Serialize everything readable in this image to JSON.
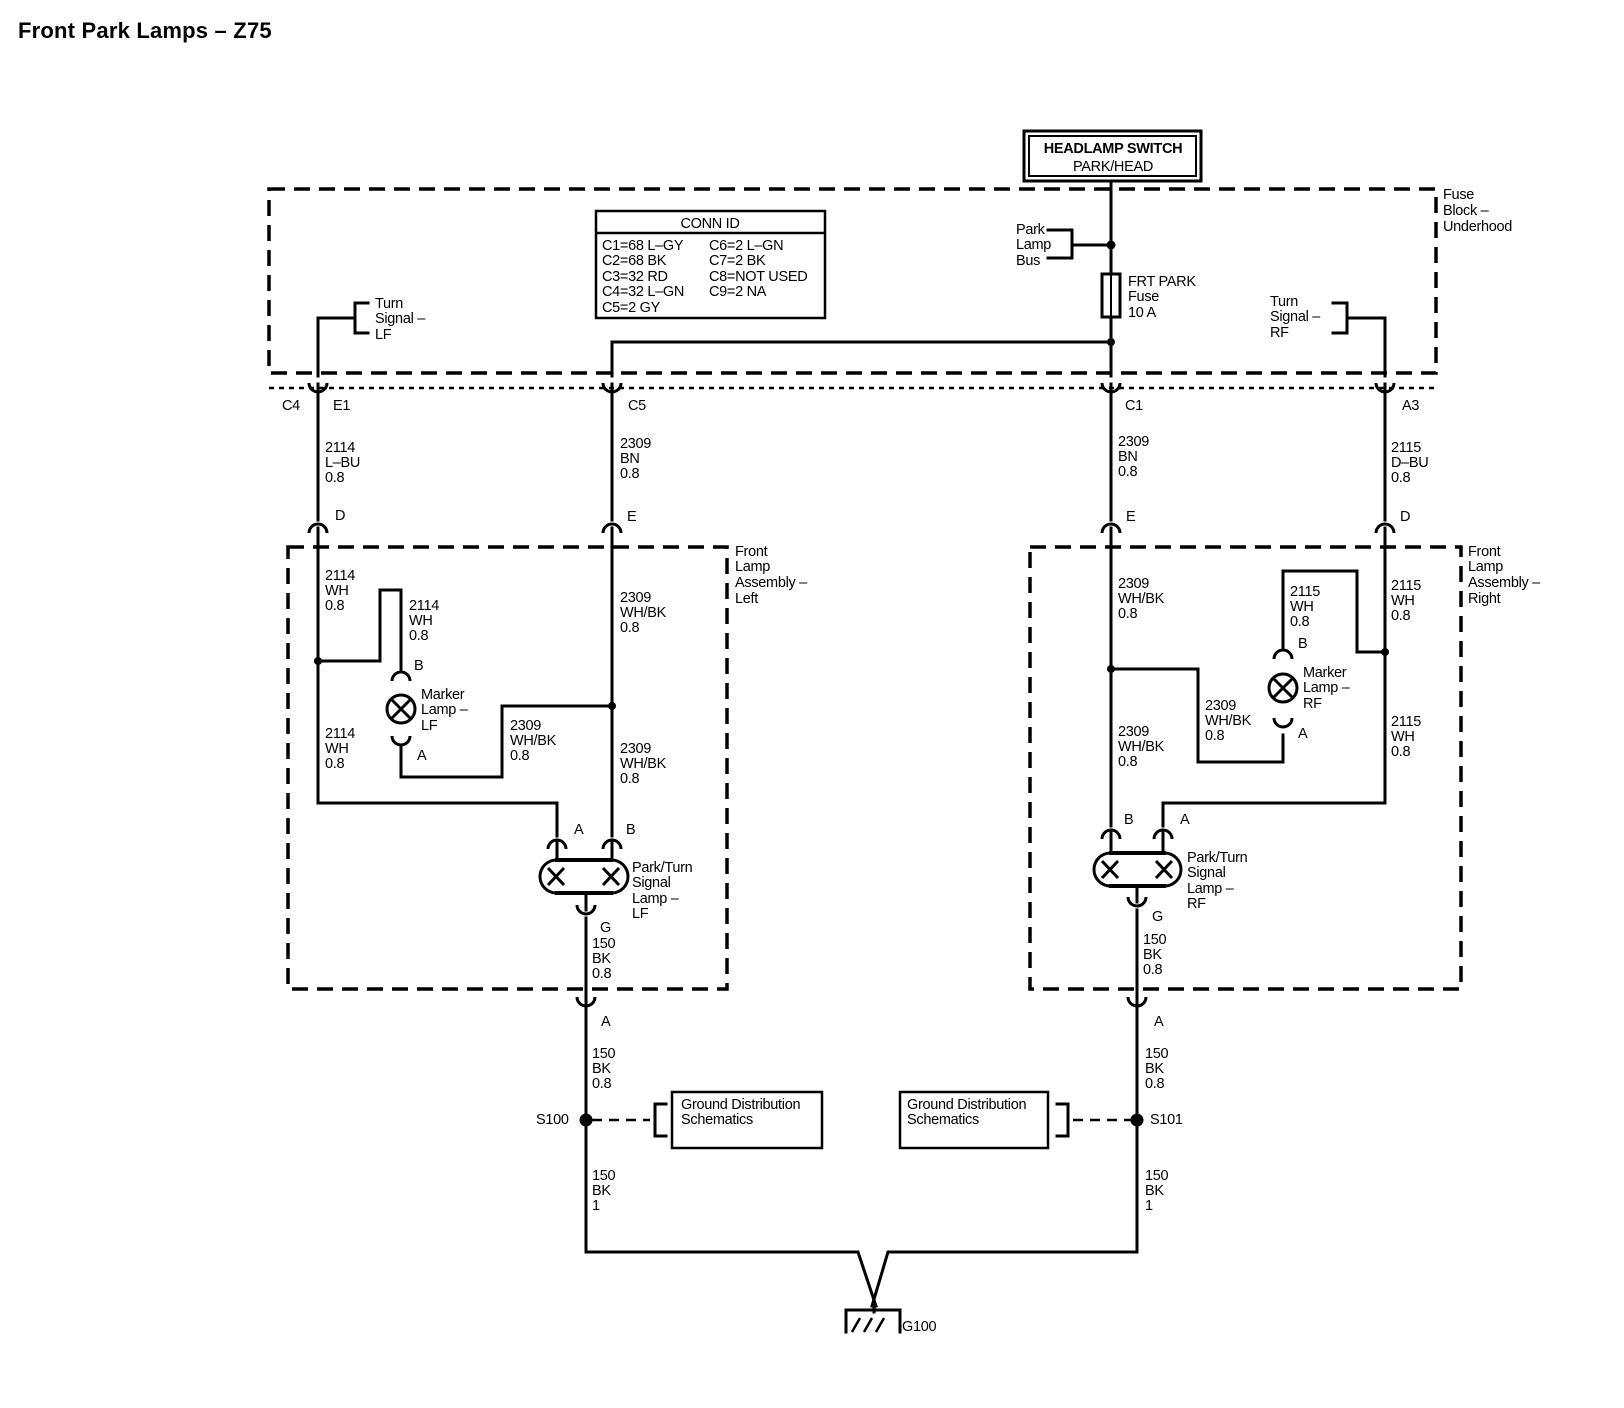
{
  "title": "Front Park Lamps – Z75",
  "headlamp_switch": {
    "line1": "HEADLAMP SWITCH",
    "line2": "PARK/HEAD"
  },
  "fuse_block": {
    "lines": [
      "Fuse",
      "Block –",
      "Underhood"
    ]
  },
  "park_lamp_bus": {
    "lines": [
      "Park",
      "Lamp",
      "Bus"
    ]
  },
  "fuse": {
    "lines": [
      "FRT PARK",
      "Fuse",
      "10 A"
    ]
  },
  "conn_id": {
    "header": "CONN ID",
    "left": [
      "C1=68 L–GY",
      "C2=68 BK",
      "C3=32 RD",
      "C4=32 L–GN",
      "C5=2 GY"
    ],
    "right": [
      "C6=2 L–GN",
      "C7=2 BK",
      "C8=NOT USED",
      "C9=2 NA"
    ]
  },
  "turn_signal_lf": {
    "lines": [
      "Turn",
      "Signal –",
      "LF"
    ]
  },
  "turn_signal_rf": {
    "lines": [
      "Turn",
      "Signal –",
      "RF"
    ]
  },
  "connectors": {
    "c4": "C4",
    "e1": "E1",
    "c5": "C5",
    "c1": "C1",
    "a3": "A3"
  },
  "wires_top": {
    "lf_turn": [
      "2114",
      "L–BU",
      "0.8"
    ],
    "lf_park": [
      "2309",
      "BN",
      "0.8"
    ],
    "rf_park": [
      "2309",
      "BN",
      "0.8"
    ],
    "rf_turn": [
      "2115",
      "D–BU",
      "0.8"
    ]
  },
  "front_lamp_left": {
    "label": [
      "Front",
      "Lamp",
      "Assembly –",
      "Left"
    ],
    "pins": {
      "d": "D",
      "e": "E"
    },
    "wires": {
      "turn_upper": [
        "2114",
        "WH",
        "0.8"
      ],
      "marker_b": [
        "2114",
        "WH",
        "0.8"
      ],
      "turn_lower": [
        "2114",
        "WH",
        "0.8"
      ],
      "park_upper": [
        "2309",
        "WH/BK",
        "0.8"
      ],
      "marker_a": [
        "2309",
        "WH/BK",
        "0.8"
      ],
      "park_lower": [
        "2309",
        "WH/BK",
        "0.8"
      ],
      "ground": [
        "150",
        "BK",
        "0.8"
      ]
    },
    "marker_lamp": {
      "label": [
        "Marker",
        "Lamp –",
        "LF"
      ],
      "pin_b": "B",
      "pin_a": "A"
    },
    "park_turn_lamp": {
      "label": [
        "Park/Turn",
        "Signal",
        "Lamp –",
        "LF"
      ],
      "pin_a": "A",
      "pin_b": "B",
      "pin_g": "G"
    }
  },
  "front_lamp_right": {
    "label": [
      "Front",
      "Lamp",
      "Assembly –",
      "Right"
    ],
    "pins": {
      "e": "E",
      "d": "D"
    },
    "wires": {
      "park_upper": [
        "2309",
        "WH/BK",
        "0.8"
      ],
      "marker_b": [
        "2115",
        "WH",
        "0.8"
      ],
      "turn_upper": [
        "2115",
        "WH",
        "0.8"
      ],
      "marker_a": [
        "2309",
        "WH/BK",
        "0.8"
      ],
      "park_lower": [
        "2309",
        "WH/BK",
        "0.8"
      ],
      "turn_lower": [
        "2115",
        "WH",
        "0.8"
      ],
      "ground": [
        "150",
        "BK",
        "0.8"
      ]
    },
    "marker_lamp": {
      "label": [
        "Marker",
        "Lamp –",
        "RF"
      ],
      "pin_b": "B",
      "pin_a": "A"
    },
    "park_turn_lamp": {
      "label": [
        "Park/Turn",
        "Signal",
        "Lamp –",
        "RF"
      ],
      "pin_b": "B",
      "pin_a": "A",
      "pin_g": "G"
    }
  },
  "ground_left": {
    "pin": "A",
    "wire_upper": [
      "150",
      "BK",
      "0.8"
    ],
    "splice": "S100",
    "wire_lower": [
      "150",
      "BK",
      "1"
    ],
    "ref_box": [
      "Ground Distribution",
      "Schematics"
    ]
  },
  "ground_right": {
    "pin": "A",
    "wire_upper": [
      "150",
      "BK",
      "0.8"
    ],
    "splice": "S101",
    "wire_lower": [
      "150",
      "BK",
      "1"
    ],
    "ref_box": [
      "Ground Distribution",
      "Schematics"
    ]
  },
  "ground_point": "G100"
}
